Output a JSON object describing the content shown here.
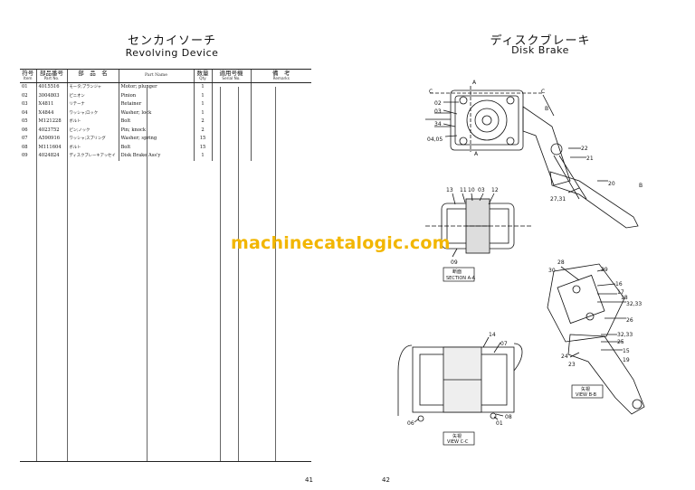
{
  "left_page": {
    "title_jp": "センカイソーチ",
    "title_en": "Revolving Device",
    "page_number": "41",
    "table": {
      "headers": {
        "no_jp": "符号",
        "no_en": "Item",
        "part_no_jp": "部品番号",
        "part_no_en": "Part No.",
        "name_jp": "部　品　名",
        "name_en": "Part Name",
        "qty_jp": "数量",
        "qty_en": "Qty",
        "serial_jp": "適用号機",
        "serial_en": "Serial No.",
        "remarks_jp": "備　考",
        "remarks_en": "Remarks"
      },
      "rows": [
        {
          "item": "01",
          "part_no": "4015516",
          "name_jp": "モータ;プランジャ",
          "name_en": "Motor; plunger",
          "qty": "1"
        },
        {
          "item": "02",
          "part_no": "3004803",
          "name_jp": "ピニオン",
          "name_en": "Pinion",
          "qty": "1"
        },
        {
          "item": "03",
          "part_no": "X4811",
          "name_jp": "リテーナ",
          "name_en": "Retainer",
          "qty": "1"
        },
        {
          "item": "04",
          "part_no": "X4844",
          "name_jp": "ワッシャ;ロック",
          "name_en": "Washer; lock",
          "qty": "1"
        },
        {
          "item": "05",
          "part_no": "M121228",
          "name_jp": "ボルト",
          "name_en": "Bolt",
          "qty": "2"
        },
        {
          "item": "06",
          "part_no": "4023752",
          "name_jp": "ピン;ノック",
          "name_en": "Pin; knock",
          "qty": "2"
        },
        {
          "item": "07",
          "part_no": "A590916",
          "name_jp": "ワッシャ;スプリング",
          "name_en": "Washer; spring",
          "qty": "15"
        },
        {
          "item": "08",
          "part_no": "M111604",
          "name_jp": "ボルト",
          "name_en": "Bolt",
          "qty": "15"
        },
        {
          "item": "09",
          "part_no": "4024824",
          "name_jp": "ディスクブレーキアッセイ",
          "name_en": "Disk Brake Ass'y",
          "qty": "1"
        }
      ]
    }
  },
  "right_page": {
    "title_jp": "ディスクブレーキ",
    "title_en": "Disk Brake",
    "page_number": "42",
    "watermark": "machinecatalogic.com",
    "section_labels": {
      "section_aa_jp": "断面",
      "section_aa_en": "SECTION A-A",
      "view_bb_jp": "矢視",
      "view_bb_en": "VIEW B-B",
      "view_cc_jp": "矢視",
      "view_cc_en": "VIEW C-C"
    },
    "callouts": {
      "main": [
        "02",
        "03",
        "34",
        "04,05",
        "22",
        "21",
        "20",
        "27,31",
        "A",
        "A",
        "C",
        "C",
        "B",
        "B"
      ],
      "section_aa": [
        "13",
        "11",
        "10",
        "03",
        "12",
        "09"
      ],
      "view_bb": [
        "28",
        "29",
        "30",
        "16",
        "17",
        "18",
        "32,33",
        "26",
        "32,33",
        "25",
        "24",
        "15",
        "23",
        "19"
      ],
      "view_cc": [
        "14",
        "07",
        "06",
        "01",
        "08"
      ]
    }
  }
}
